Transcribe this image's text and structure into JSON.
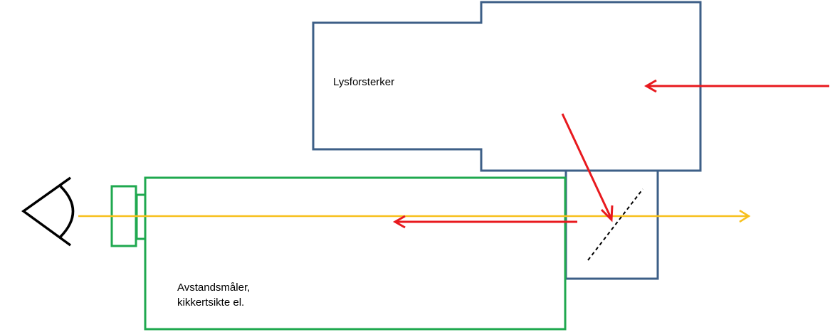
{
  "labels": {
    "amplifier": "Lysforsterker",
    "rangefinder_line1": "Avstandsmåler,",
    "rangefinder_line2": "kikkertsikte el."
  },
  "colors": {
    "amplifier_outline": "#3D5F87",
    "sight_outline": "#1FA84F",
    "optical_axis": "#F7C01D",
    "light_path": "#E8191E",
    "eye": "#000000",
    "beam_splitter": "#000000"
  }
}
